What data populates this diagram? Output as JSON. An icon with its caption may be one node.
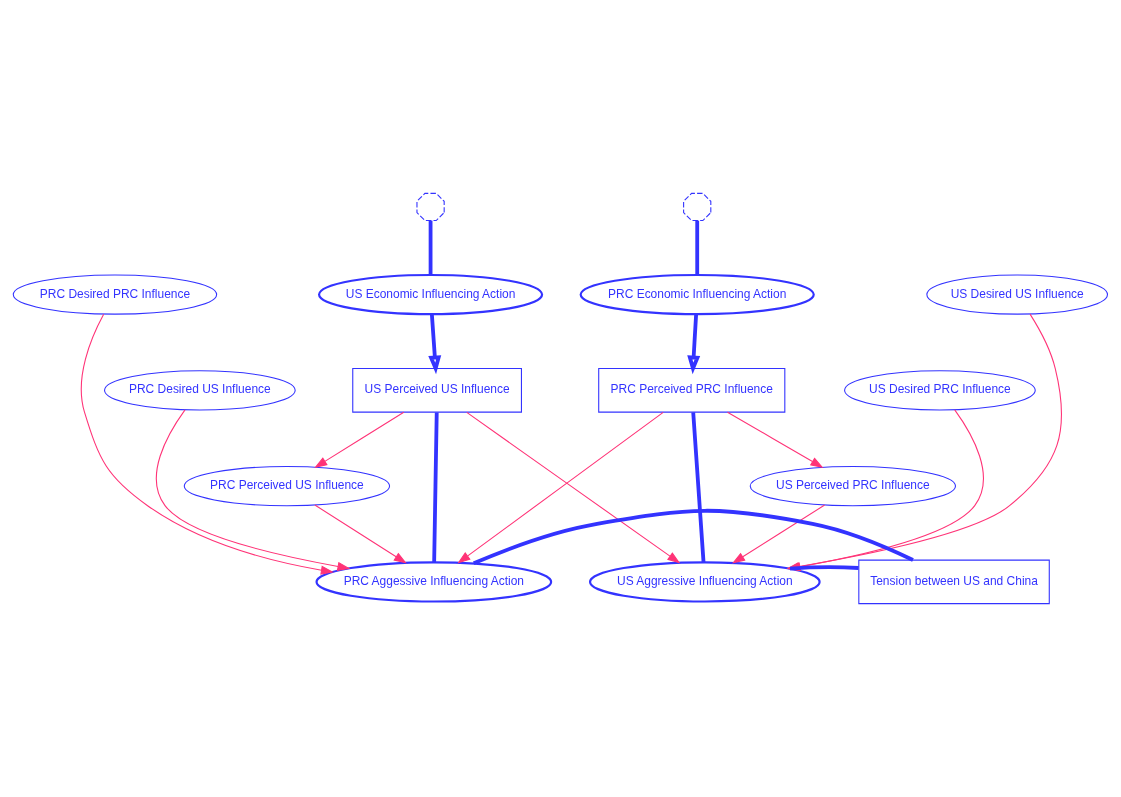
{
  "diagram": {
    "nodes": [
      {
        "text": [],
        "shape": "cloud"
      },
      {
        "text": [
          "US Economic Influencing Action"
        ]
      },
      {
        "text": [
          "US Perceived US Influence"
        ]
      },
      {
        "text": [],
        "shape": "cloud"
      },
      {
        "text": [
          "PRC Economic Influencing Action"
        ]
      },
      {
        "text": [
          "PRC Perceived PRC Influence"
        ]
      },
      {
        "text": [
          "PRC Desired PRC Influence"
        ]
      },
      {
        "text": [
          "PRC Desired US Influence"
        ]
      },
      {
        "text": [
          "PRC Perceived US Influence"
        ]
      },
      {
        "text": [
          "US Desired US Influence"
        ]
      },
      {
        "text": [
          "US Desired PRC Influence"
        ]
      },
      {
        "text": [
          "US Perceived PRC Influence"
        ]
      },
      {
        "text": [
          "PRC Aggessive Influencing Action"
        ]
      },
      {
        "text": [
          "Tension between US and China"
        ]
      },
      {
        "text": [
          "US Aggressive Influencing Action"
        ]
      }
    ],
    "edges": [
      {
        "from": 0,
        "to": 1,
        "arrow": "none",
        "style": "thick",
        "color": "#3333ff"
      },
      {
        "from": 1,
        "to": 2,
        "arrow": "to",
        "style": "thick",
        "color": "#3333ff"
      },
      {
        "from": 3,
        "to": 4,
        "arrow": "none",
        "style": "thick",
        "color": "#3333ff"
      },
      {
        "from": 4,
        "to": 5,
        "arrow": "to",
        "style": "thick",
        "color": "#3333ff"
      },
      {
        "from": 2,
        "to": 12,
        "arrow": "none",
        "style": "thick",
        "color": "#3333ff"
      },
      {
        "from": 12,
        "to": 13,
        "arrow": "none",
        "style": "thick",
        "color": "#3333ff"
      },
      {
        "from": 5,
        "to": 14,
        "arrow": "none",
        "style": "thick",
        "color": "#3333ff"
      },
      {
        "from": 14,
        "to": 13,
        "arrow": "none",
        "style": "thick",
        "color": "#3333ff"
      },
      {
        "from": 2,
        "to": 8,
        "arrow": "to"
      },
      {
        "from": 2,
        "to": 14,
        "arrow": "to"
      },
      {
        "from": 5,
        "to": 12,
        "arrow": "to"
      },
      {
        "from": 5,
        "to": 11,
        "arrow": "to"
      },
      {
        "from": 6,
        "to": 12,
        "arrow": "to"
      },
      {
        "from": 7,
        "to": 12,
        "arrow": "to"
      },
      {
        "from": 8,
        "to": 12,
        "arrow": "to"
      },
      {
        "from": 9,
        "to": 14,
        "arrow": "to"
      },
      {
        "from": 10,
        "to": 14,
        "arrow": "to"
      },
      {
        "from": 11,
        "to": 14,
        "arrow": "to"
      }
    ]
  }
}
